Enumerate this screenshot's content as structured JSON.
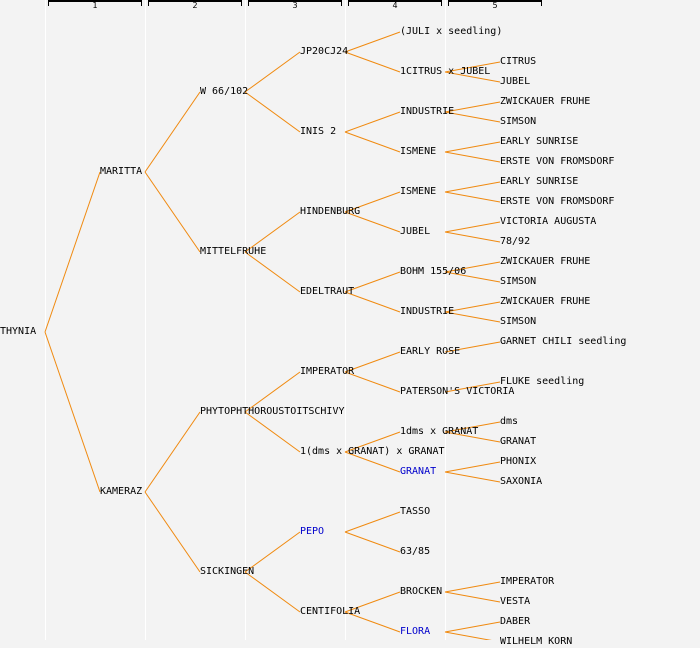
{
  "columns": [
    "1",
    "2",
    "3",
    "4",
    "5"
  ],
  "colors": {
    "line": "#f08a10",
    "text": "#000000",
    "highlight": "#0000cc",
    "background": "#f3f3f3"
  },
  "tree": {
    "name": "THYNIA",
    "children": [
      {
        "name": "MARITTA",
        "children": [
          {
            "name": "W 66/102",
            "children": [
              {
                "name": "JP20CJ24",
                "children": [
                  {
                    "name": "(JULI x seedling)",
                    "children": []
                  },
                  {
                    "name": "1CITRUS x JUBEL",
                    "children": [
                      {
                        "name": "CITRUS"
                      },
                      {
                        "name": "JUBEL"
                      }
                    ]
                  }
                ]
              },
              {
                "name": "INIS 2",
                "children": [
                  {
                    "name": "INDUSTRIE",
                    "children": [
                      {
                        "name": "ZWICKAUER FRUHE"
                      },
                      {
                        "name": "SIMSON"
                      }
                    ]
                  },
                  {
                    "name": "ISMENE",
                    "children": [
                      {
                        "name": "EARLY SUNRISE"
                      },
                      {
                        "name": "ERSTE VON FROMSDORF"
                      }
                    ]
                  }
                ]
              }
            ]
          },
          {
            "name": "MITTELFRUHE",
            "children": [
              {
                "name": "HINDENBURG",
                "children": [
                  {
                    "name": "ISMENE",
                    "children": [
                      {
                        "name": "EARLY SUNRISE"
                      },
                      {
                        "name": "ERSTE VON FROMSDORF"
                      }
                    ]
                  },
                  {
                    "name": "JUBEL",
                    "children": [
                      {
                        "name": "VICTORIA AUGUSTA"
                      },
                      {
                        "name": "78/92"
                      }
                    ]
                  }
                ]
              },
              {
                "name": "EDELTRAUT",
                "children": [
                  {
                    "name": "BOHM 155/06",
                    "children": [
                      {
                        "name": "ZWICKAUER FRUHE"
                      },
                      {
                        "name": "SIMSON"
                      }
                    ]
                  },
                  {
                    "name": "INDUSTRIE",
                    "children": [
                      {
                        "name": "ZWICKAUER FRUHE"
                      },
                      {
                        "name": "SIMSON"
                      }
                    ]
                  }
                ]
              }
            ]
          }
        ]
      },
      {
        "name": "KAMERAZ",
        "children": [
          {
            "name": "PHYTOPHTHOROUSTOITSCHIVY",
            "children": [
              {
                "name": "IMPERATOR",
                "children": [
                  {
                    "name": "EARLY ROSE",
                    "children": [
                      {
                        "name": "GARNET CHILI seedling"
                      },
                      {
                        "name": ""
                      }
                    ]
                  },
                  {
                    "name": "PATERSON'S VICTORIA",
                    "children": [
                      {
                        "name": "FLUKE seedling"
                      },
                      {
                        "name": ""
                      }
                    ]
                  }
                ]
              },
              {
                "name": "1(dms x GRANAT) x GRANAT",
                "children": [
                  {
                    "name": "1dms x GRANAT",
                    "children": [
                      {
                        "name": "dms"
                      },
                      {
                        "name": "GRANAT"
                      }
                    ]
                  },
                  {
                    "name": "GRANAT",
                    "highlight": true,
                    "children": [
                      {
                        "name": "PHONIX"
                      },
                      {
                        "name": "SAXONIA"
                      }
                    ]
                  }
                ]
              }
            ]
          },
          {
            "name": "SICKINGEN",
            "children": [
              {
                "name": "PEPO",
                "highlight": true,
                "children": [
                  {
                    "name": "TASSO",
                    "children": []
                  },
                  {
                    "name": "63/85",
                    "children": []
                  }
                ]
              },
              {
                "name": "CENTIFOLIA",
                "children": [
                  {
                    "name": "BROCKEN",
                    "children": [
                      {
                        "name": "IMPERATOR"
                      },
                      {
                        "name": "VESTA"
                      }
                    ]
                  },
                  {
                    "name": "FLORA",
                    "highlight": true,
                    "children": [
                      {
                        "name": "DABER"
                      },
                      {
                        "name": "WILHELM KORN"
                      }
                    ]
                  }
                ]
              }
            ]
          }
        ]
      }
    ]
  }
}
